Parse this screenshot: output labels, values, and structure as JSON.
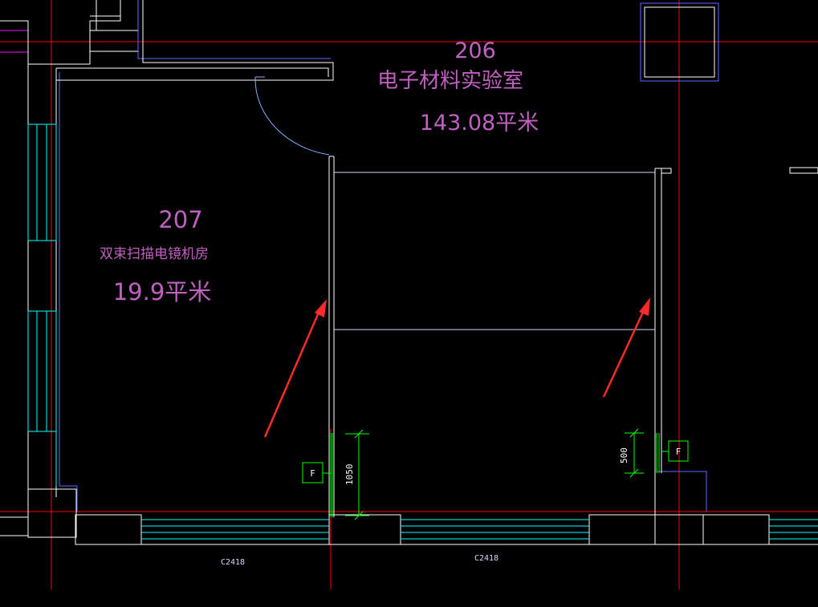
{
  "colors": {
    "background": "#000000",
    "wall": "#ffffff",
    "axis": "#ff0000",
    "window": "#00ffff",
    "outline": "#5a6cff",
    "room_text": "#c060c0",
    "dimension": "#00ff00",
    "arrow": "#ff2a2a",
    "magenta": "#ff00ff"
  },
  "rooms": [
    {
      "number": "206",
      "name": "电子材料实验室",
      "area": "143.08平米"
    },
    {
      "number": "207",
      "name": "双束扫描电镜机房",
      "area": "19.9平米"
    }
  ],
  "dimensions": [
    {
      "value": "1050"
    },
    {
      "value": "500"
    }
  ],
  "fixtures": [
    {
      "tag": "F"
    },
    {
      "tag": "F"
    }
  ],
  "windows": [
    {
      "label": "C2418"
    },
    {
      "label": "C2418"
    }
  ],
  "arrows": [
    {
      "icon": "red-arrow-icon"
    },
    {
      "icon": "red-arrow-icon"
    }
  ]
}
